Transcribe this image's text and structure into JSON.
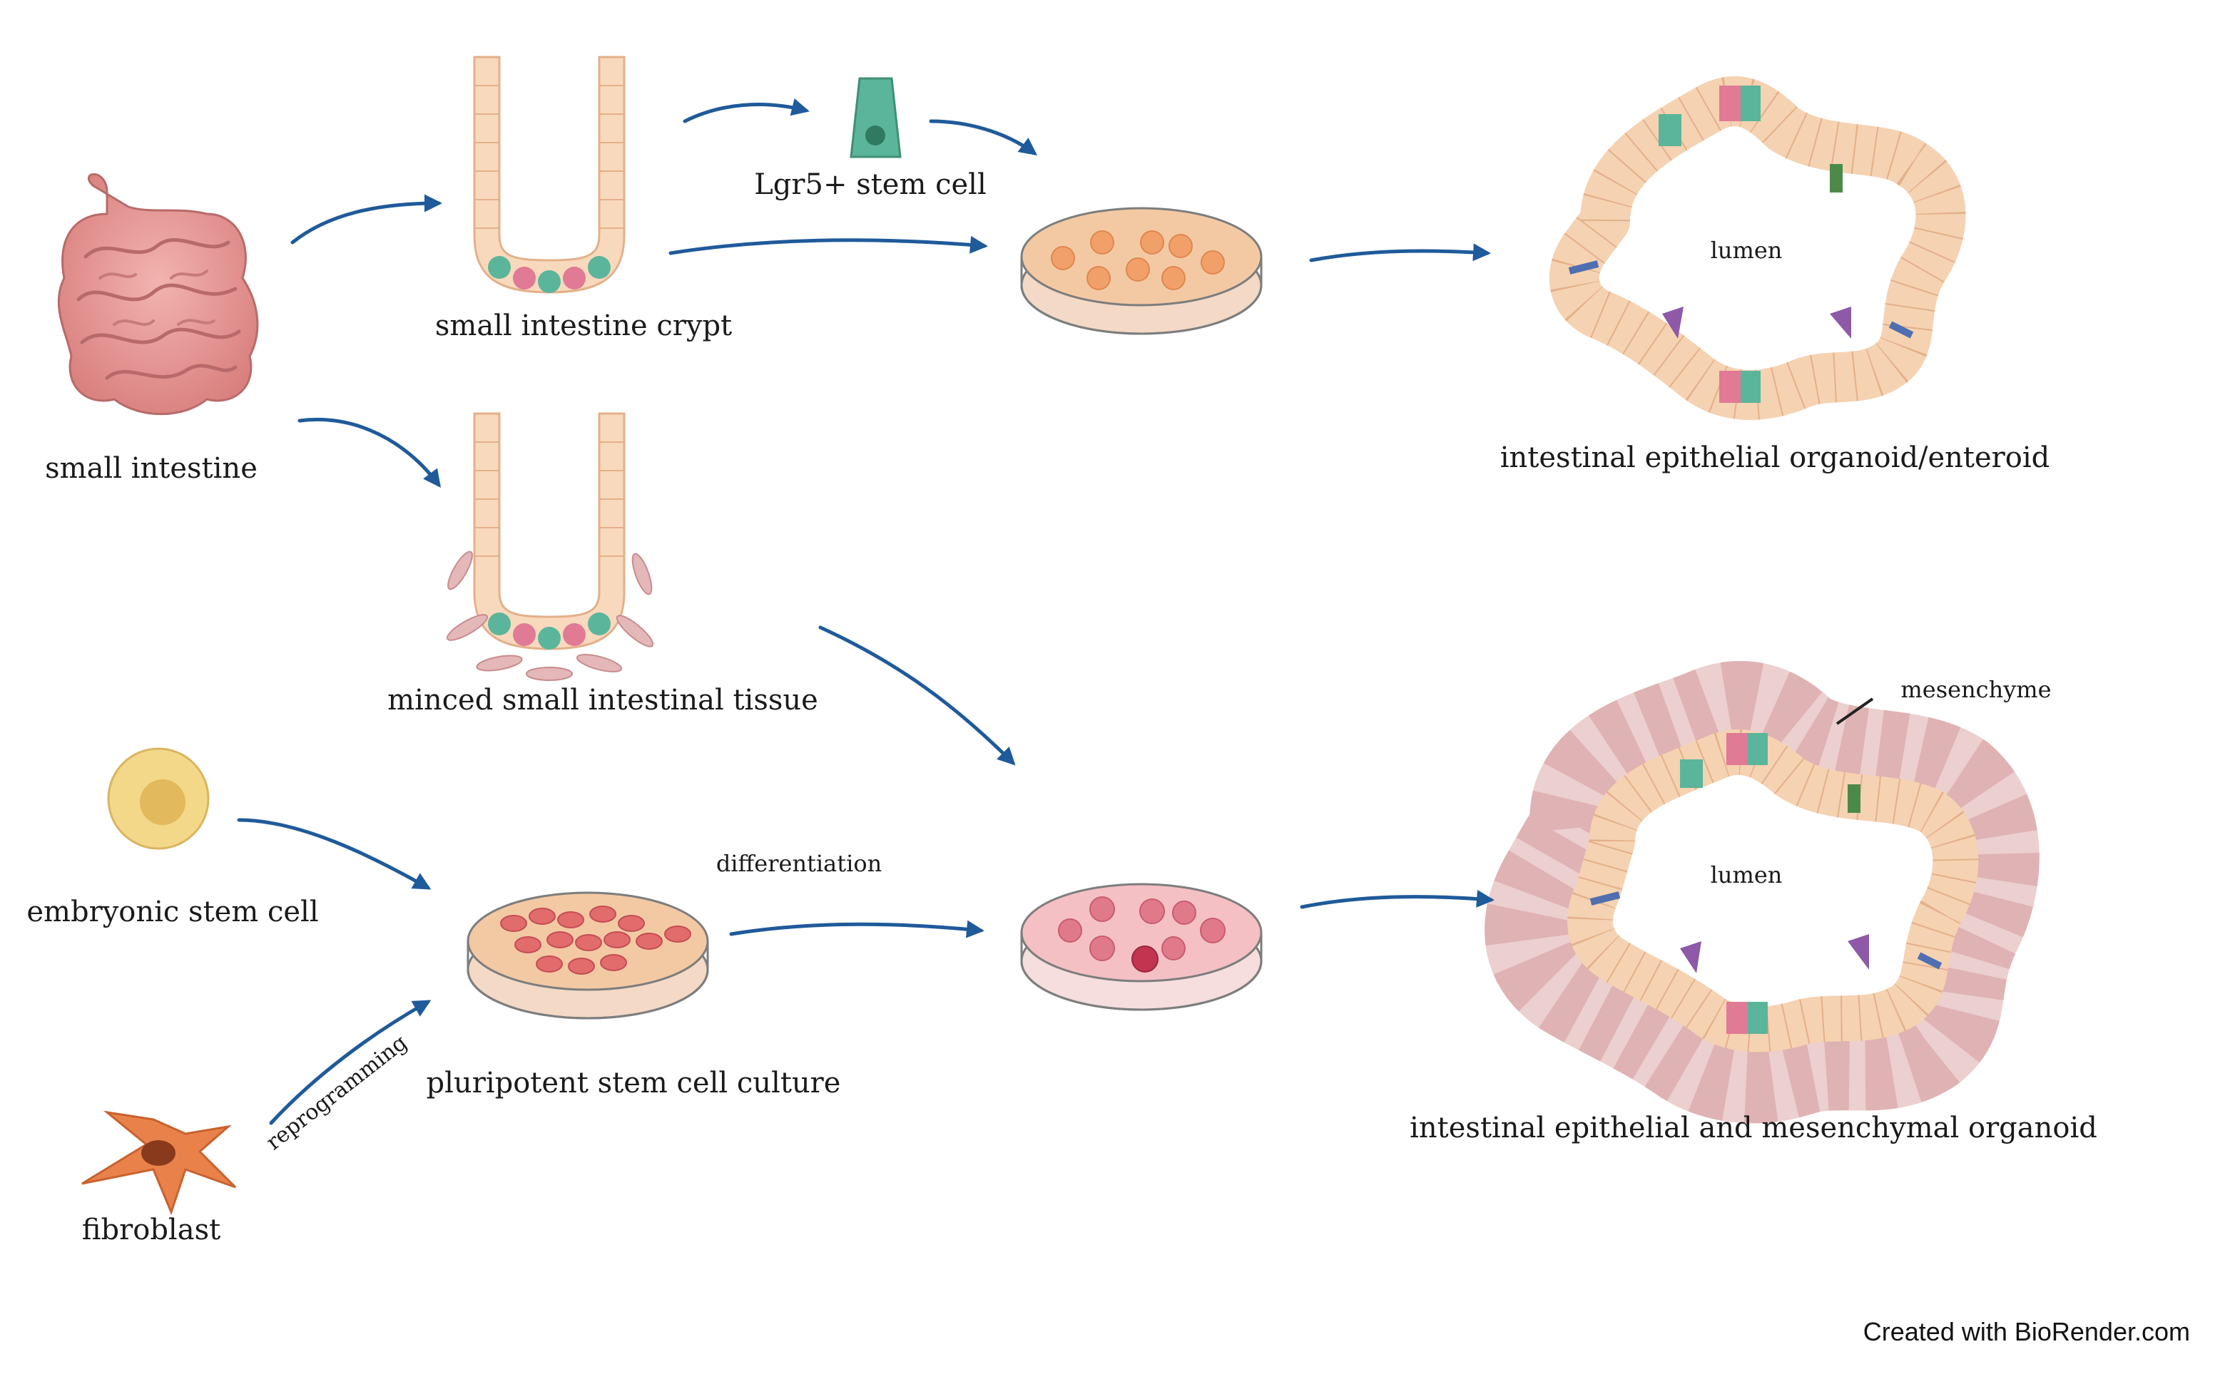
{
  "labels": {
    "small_intestine": "small intestine",
    "crypt": "small intestine crypt",
    "lgr5": "Lgr5+ stem cell",
    "minced": "minced small intestinal tissue",
    "esc": "embryonic stem cell",
    "fibroblast": "fibroblast",
    "reprogramming": "reprogramming",
    "psc_culture": "pluripotent stem cell culture",
    "differentiation": "differentiation",
    "lumen_top": "lumen",
    "lumen_bottom": "lumen",
    "mesenchyme": "mesenchyme",
    "enteroid": "intestinal epithelial organoid/enteroid",
    "mes_organoid": "intestinal epithelial and mesenchymal organoid",
    "credit": "Created with BioRender.com"
  },
  "colors": {
    "arrow": "#1f5a9a",
    "epithelium": "#f9d9bd",
    "epithelium_edge": "#e3b08a",
    "stem": "#5bb59a",
    "paneth": "#e07a95",
    "goblet": "#8e5aa8",
    "enteroendocrine": "#4d8a4a",
    "tuft": "#4f6fb0",
    "intestine": "#e89a98",
    "mesenchyme": "#e4b7b8",
    "dish_orange": "#f3c9a4",
    "dish_pink": "#f4c0c4",
    "esc": "#f3d88a",
    "fibroblast": "#e9824a"
  }
}
